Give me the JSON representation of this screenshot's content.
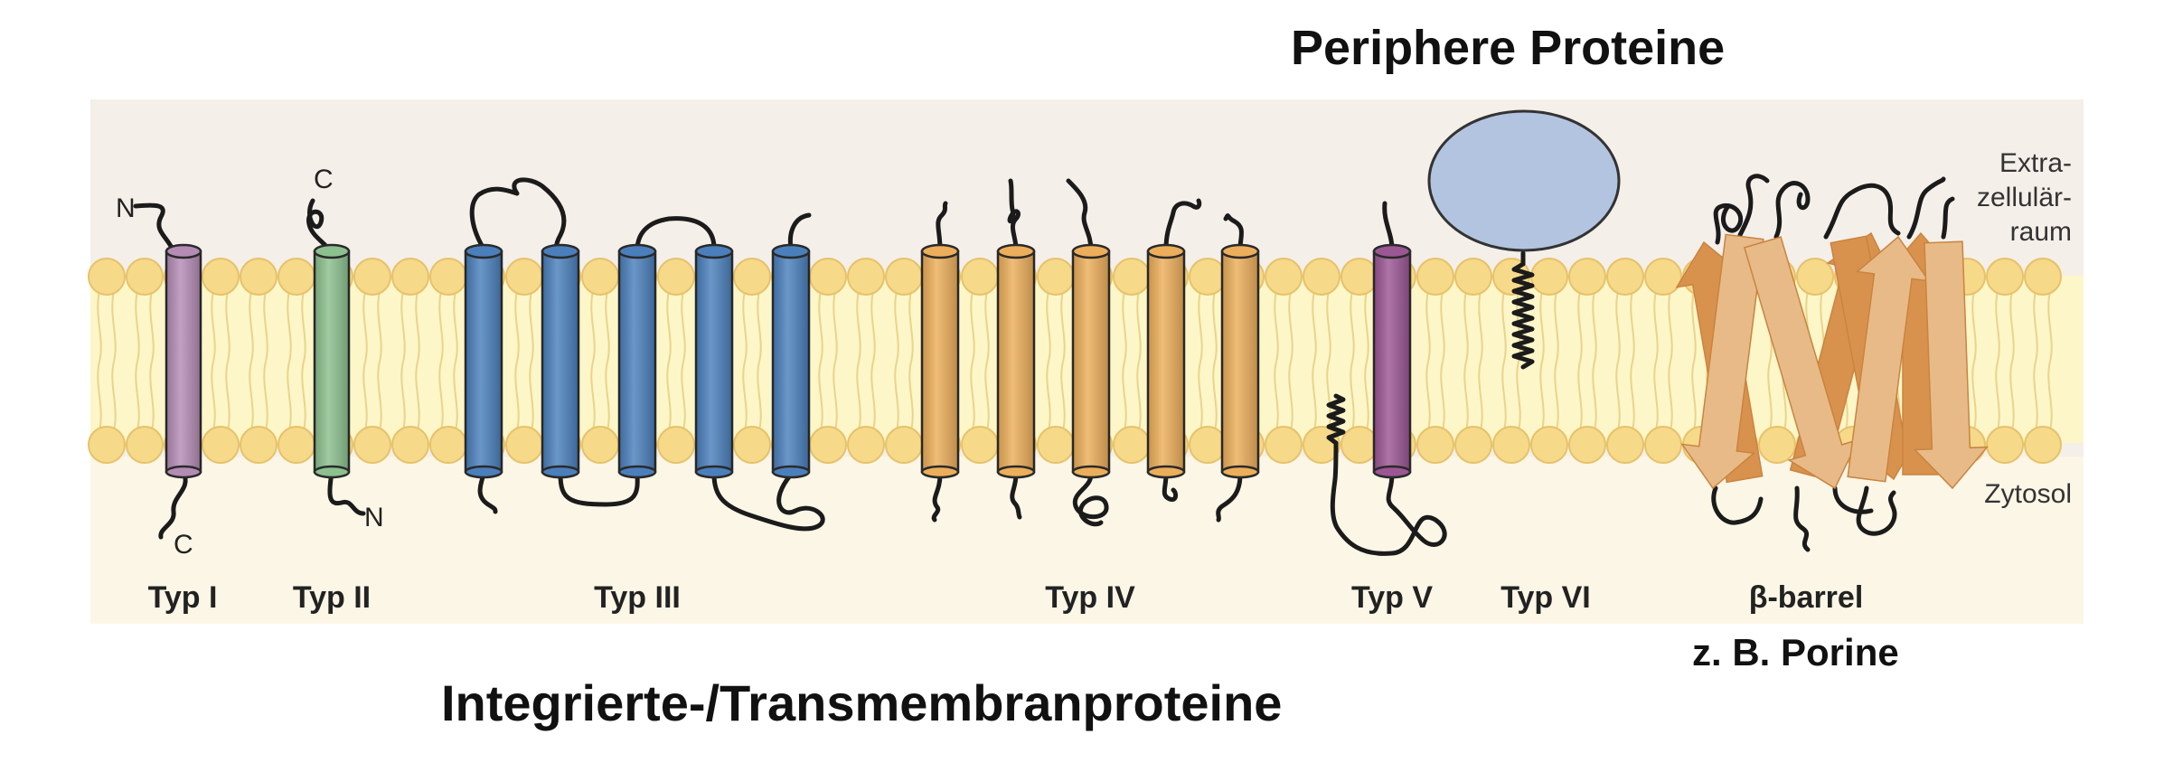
{
  "titles": {
    "peripheral": "Periphere Proteine",
    "integral": "Integrierte-/Transmembranproteine",
    "example": "z. B. Porine"
  },
  "regions": {
    "extracellular": [
      "Extra-",
      "zellulär-",
      "raum"
    ],
    "cytosol": "Zytosol"
  },
  "types": [
    {
      "label": "Typ I",
      "color": "#b48bb5"
    },
    {
      "label": "Typ II",
      "color": "#8cc08e"
    },
    {
      "label": "Typ III",
      "color": "#4a7fbc"
    },
    {
      "label": "Typ IV",
      "color": "#ecae5a"
    },
    {
      "label": "Typ V",
      "color": "#9b5694"
    },
    {
      "label": "Typ VI",
      "color": "#b3c4e0"
    },
    {
      "label": "β-barrel",
      "color": "#d9924d"
    }
  ],
  "terminals": {
    "type1_top": "N",
    "type1_bottom": "C",
    "type2_top": "C",
    "type2_bottom": "N"
  },
  "colors": {
    "panel": "#f4efe9",
    "membrane_core": "#fdf6c9",
    "lipid_head": "#f7d98a",
    "lipid_head_stroke": "#e6c26a",
    "barrel_dark": "#d9924d",
    "barrel_light": "#e8ba88"
  }
}
